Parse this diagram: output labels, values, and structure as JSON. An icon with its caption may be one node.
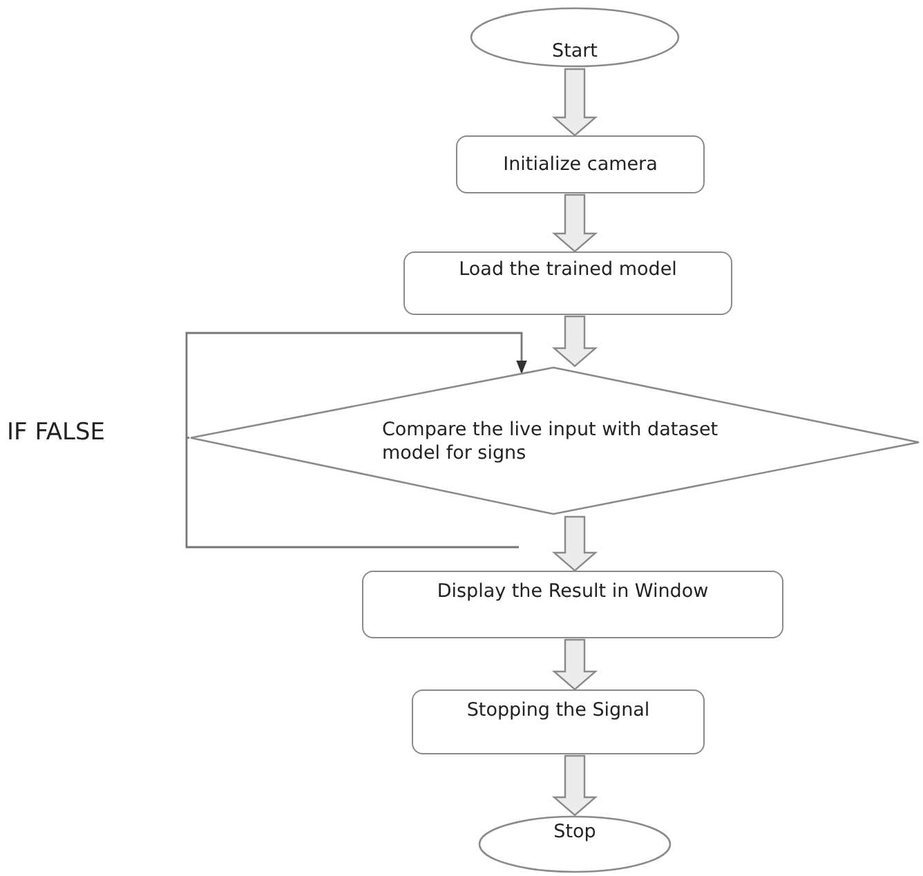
{
  "diagram": {
    "nodes": [
      {
        "text": [
          "Start"
        ]
      },
      {
        "text": [
          "Initialize camera"
        ]
      },
      {
        "text": [
          "Load the trained model"
        ]
      },
      {
        "text": [
          "Compare the live input with dataset model for signs"
        ]
      },
      {
        "text": [
          "Display the Result in Window"
        ]
      },
      {
        "text": [
          "Stopping the Signal"
        ]
      },
      {
        "text": [
          "Stop"
        ]
      }
    ],
    "edges": [
      {
        "from": 0,
        "to": 1,
        "arrow": "to"
      },
      {
        "from": 1,
        "to": 2,
        "arrow": "to"
      },
      {
        "from": 2,
        "to": 3,
        "arrow": "to"
      },
      {
        "from": 3,
        "to": 4,
        "arrow": "to"
      },
      {
        "from": 4,
        "to": 5,
        "arrow": "to"
      },
      {
        "from": 5,
        "to": 6,
        "arrow": "to"
      },
      {
        "from": 3,
        "to": 3,
        "arrow": "to"
      }
    ],
    "labels": [
      "IF FALSE"
    ]
  }
}
